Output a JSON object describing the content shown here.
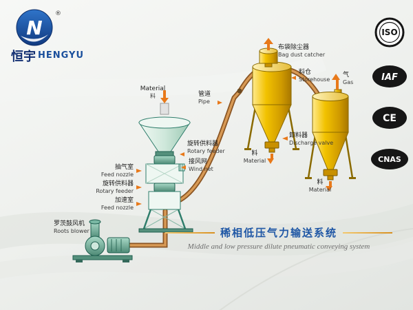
{
  "brand": {
    "symbol": "N",
    "registered": "®",
    "name_cn": "恒宇",
    "name_en": "HENGYU"
  },
  "badges": [
    {
      "label": "ISO"
    },
    {
      "label": "IAF"
    },
    {
      "label": "CE"
    },
    {
      "label": "CNAS"
    }
  ],
  "diagram_labels": {
    "material_top": {
      "line1": "Material",
      "line2": "料"
    },
    "pipe": {
      "line1": "管道",
      "line2": "Pipe"
    },
    "bag_dust_catcher": {
      "line1": "布袋除尘器",
      "line2": "Bag dust catcher"
    },
    "storehouse": {
      "line1": "料仓",
      "line2": "Storehouse"
    },
    "gas": {
      "line1": "气",
      "line2": "Gas"
    },
    "discharge_valve": {
      "line1": "卸料器",
      "line2": "Discharge valve"
    },
    "material_vessel1": {
      "line1": "料",
      "line2": "Material"
    },
    "material_vessel2": {
      "line1": "料",
      "line2": "Material"
    },
    "suction_chamber": {
      "line1": "抽气室",
      "line2": "Feed nozzle"
    },
    "rotary_feeder_left": {
      "line1": "旋转供料器",
      "line2": "Rotary feeder"
    },
    "acceleration_chamber": {
      "line1": "加速室",
      "line2": "Feed nozzle"
    },
    "rotary_feeder_right": {
      "line1": "旋转供料器",
      "line2": "Rotary feeder"
    },
    "wind_net": {
      "line1": "接风网",
      "line2": "Wind net"
    },
    "roots_blower": {
      "line1": "罗茨鼓风机",
      "line2": "Roots blower"
    }
  },
  "caption": {
    "title_cn": "稀相低压气力输送系统",
    "title_en": "Middle and low pressure dilute pneumatic conveying system"
  },
  "colors": {
    "brand_blue": "#1a4f9c",
    "vessel_gold": "#e8b400",
    "equipment_teal": "#4e8a76",
    "pipe_orange": "#c97f3c",
    "arrow_orange": "#e8791a",
    "caption_blue": "#1f57a5",
    "badge_black": "#161616"
  }
}
